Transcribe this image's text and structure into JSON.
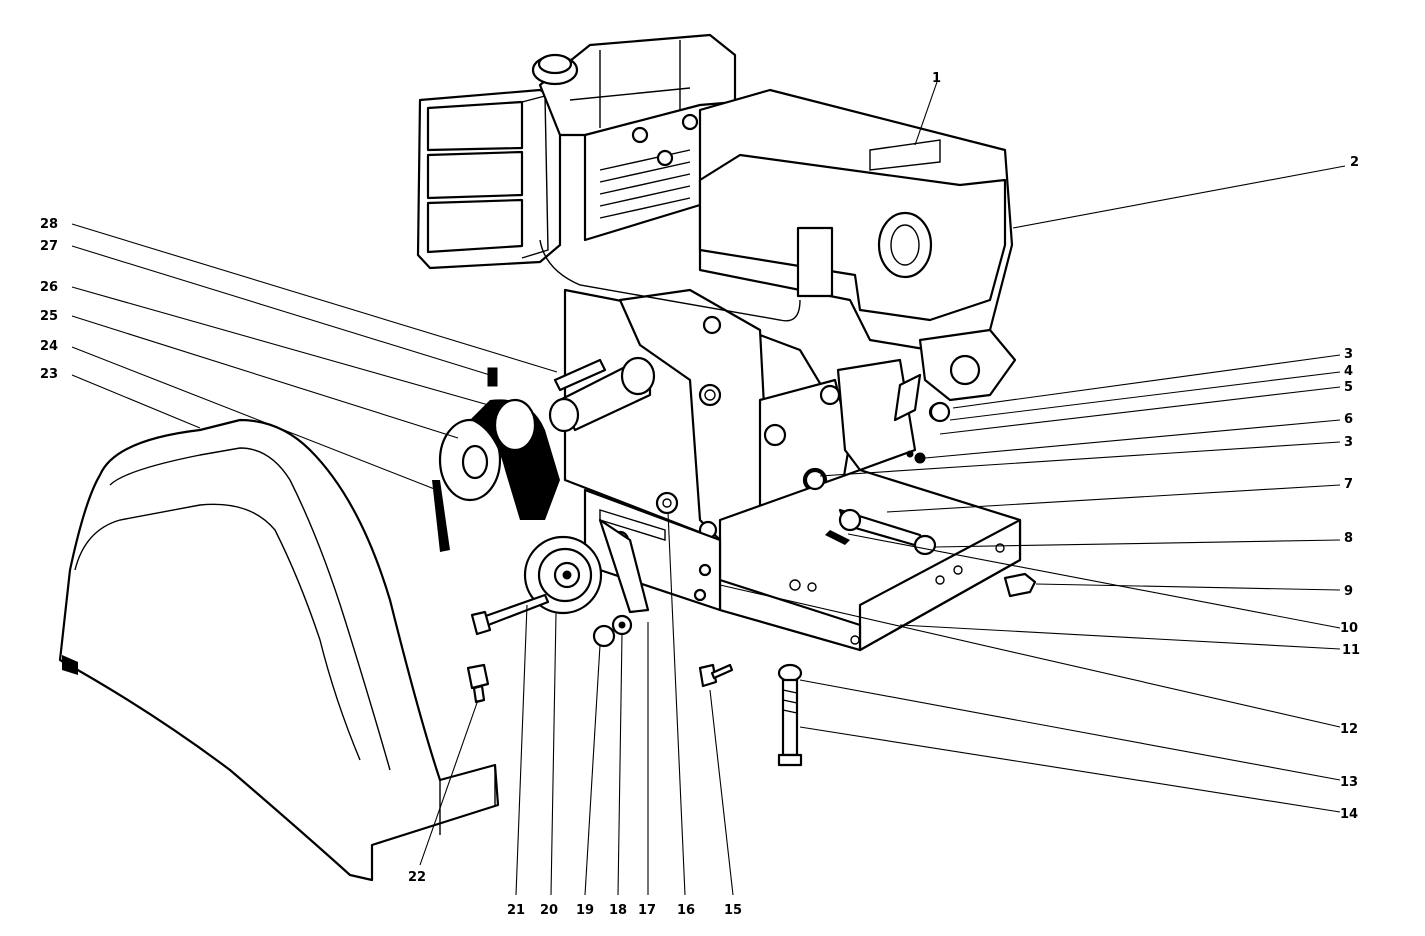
{
  "figure": {
    "colors": {
      "ink": "#000000",
      "paper": "#ffffff"
    },
    "parts": [
      {
        "id": "part-1",
        "label": "1"
      },
      {
        "id": "part-2",
        "label": "2"
      },
      {
        "id": "part-3a",
        "label": "3"
      },
      {
        "id": "part-4",
        "label": "4"
      },
      {
        "id": "part-5",
        "label": "5"
      },
      {
        "id": "part-6",
        "label": "6"
      },
      {
        "id": "part-3b",
        "label": "3"
      },
      {
        "id": "part-7",
        "label": "7"
      },
      {
        "id": "part-8",
        "label": "8"
      },
      {
        "id": "part-9",
        "label": "9"
      },
      {
        "id": "part-10",
        "label": "10"
      },
      {
        "id": "part-11",
        "label": "11"
      },
      {
        "id": "part-12",
        "label": "12"
      },
      {
        "id": "part-13",
        "label": "13"
      },
      {
        "id": "part-14",
        "label": "14"
      },
      {
        "id": "part-15",
        "label": "15"
      },
      {
        "id": "part-16",
        "label": "16"
      },
      {
        "id": "part-17",
        "label": "17"
      },
      {
        "id": "part-18",
        "label": "18"
      },
      {
        "id": "part-19",
        "label": "19"
      },
      {
        "id": "part-20",
        "label": "20"
      },
      {
        "id": "part-21",
        "label": "21"
      },
      {
        "id": "part-22",
        "label": "22"
      },
      {
        "id": "part-23",
        "label": "23"
      },
      {
        "id": "part-24",
        "label": "24"
      },
      {
        "id": "part-25",
        "label": "25"
      },
      {
        "id": "part-26",
        "label": "26"
      },
      {
        "id": "part-27",
        "label": "27"
      },
      {
        "id": "part-28",
        "label": "28"
      }
    ]
  }
}
